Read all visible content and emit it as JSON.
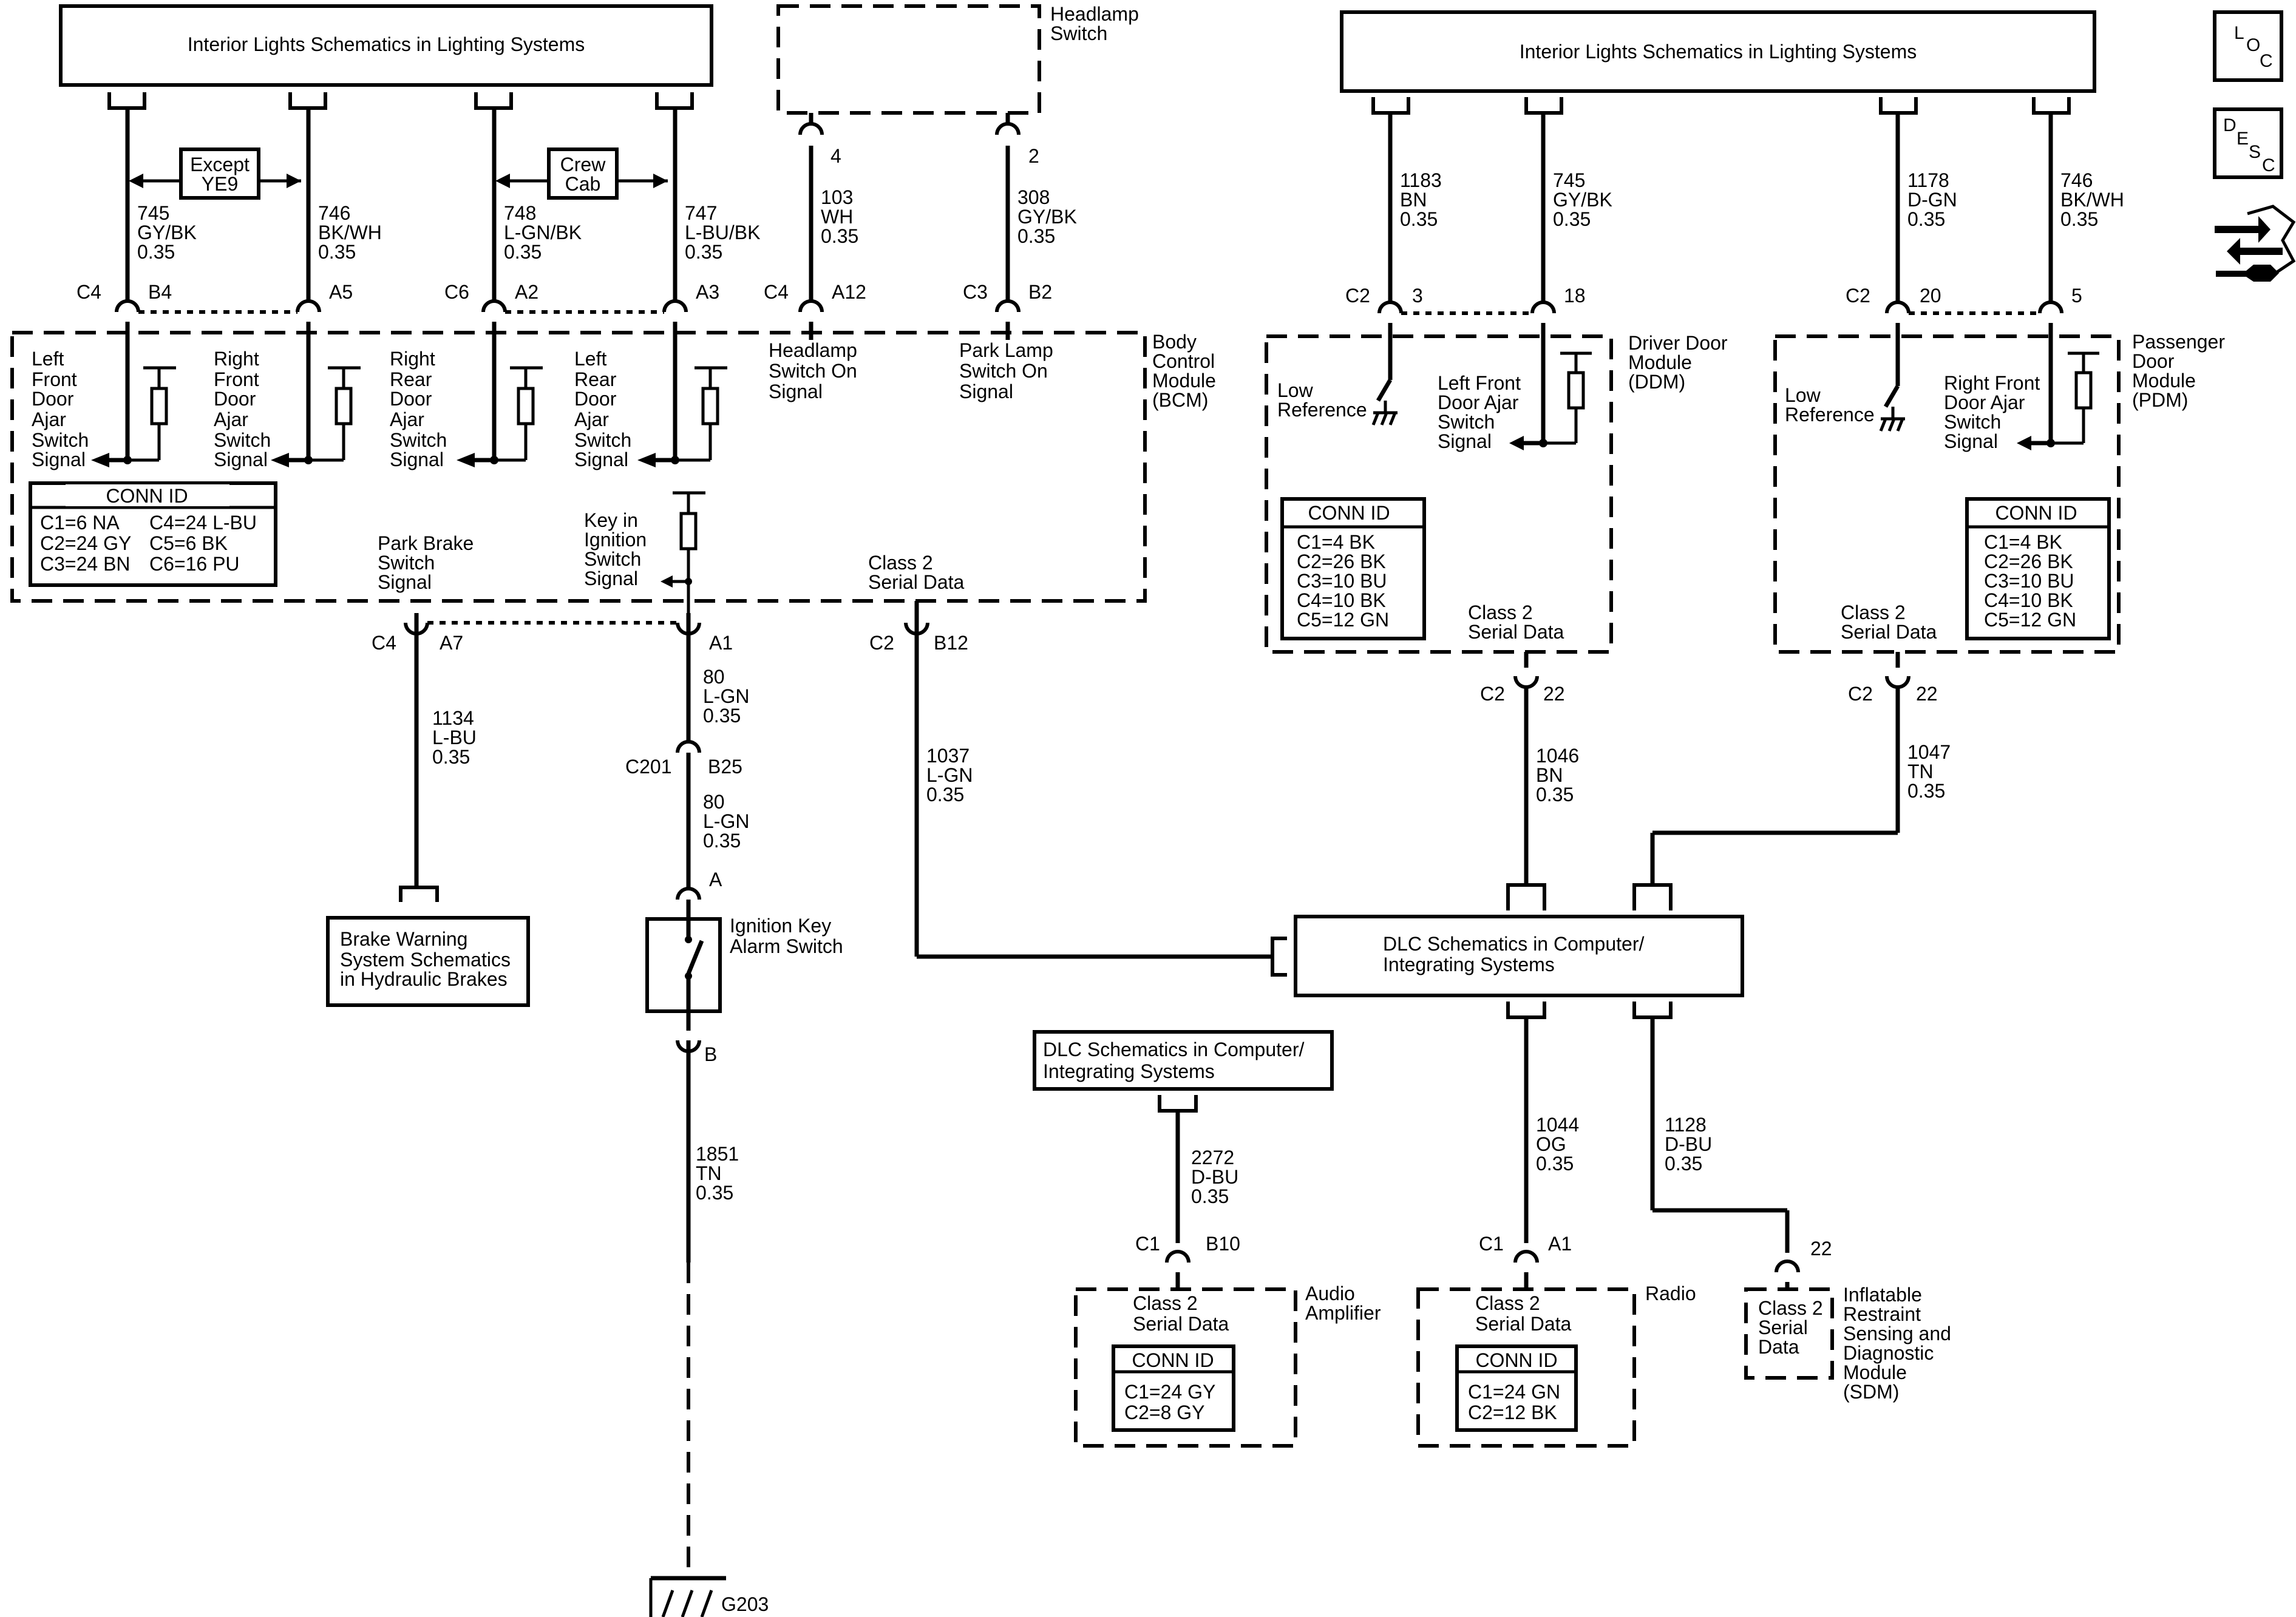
{
  "boxes": {
    "int_left": "Interior Lights Schematics in Lighting Systems",
    "int_right": "Interior Lights Schematics in Lighting Systems",
    "brake": [
      "Brake Warning",
      "System Schematics",
      "in Hydraulic Brakes"
    ],
    "dlc_main": [
      "DLC Schematics in Computer/",
      "Integrating Systems"
    ],
    "dlc_small": [
      "DLC Schematics in Computer/",
      "Integrating Systems"
    ]
  },
  "components": {
    "headlamp_switch": [
      "Headlamp",
      "Switch"
    ],
    "bcm": [
      "Body",
      "Control",
      "Module",
      "(BCM)"
    ],
    "ddm": [
      "Driver Door",
      "Module",
      "(DDM)"
    ],
    "pdm": [
      "Passenger",
      "Door",
      "Module",
      "(PDM)"
    ],
    "audio_amp": [
      "Audio",
      "Amplifier"
    ],
    "radio": [
      "Radio"
    ],
    "sdm": [
      "Inflatable",
      "Restraint",
      "Sensing and",
      "Diagnostic",
      "Module",
      "(SDM)"
    ],
    "ign_key_alarm": [
      "Ignition Key",
      "Alarm Switch"
    ],
    "ground": "G203"
  },
  "options": {
    "except_ye9": [
      "Except",
      "YE9"
    ],
    "crew_cab": [
      "Crew",
      "Cab"
    ]
  },
  "signals": {
    "lf_door": [
      "Left",
      "Front",
      "Door",
      "Ajar",
      "Switch",
      "Signal"
    ],
    "rf_door": [
      "Right",
      "Front",
      "Door",
      "Ajar",
      "Switch",
      "Signal"
    ],
    "rr_door": [
      "Right",
      "Rear",
      "Door",
      "Ajar",
      "Switch",
      "Signal"
    ],
    "lr_door": [
      "Left",
      "Rear",
      "Door",
      "Ajar",
      "Switch",
      "Signal"
    ],
    "headlamp_on": [
      "Headlamp",
      "Switch On",
      "Signal"
    ],
    "park_lamp_on": [
      "Park Lamp",
      "Switch On",
      "Signal"
    ],
    "park_brake": [
      "Park Brake",
      "Switch",
      "Signal"
    ],
    "key_in_ign": [
      "Key in",
      "Ignition",
      "Switch",
      "Signal"
    ],
    "class2_bcm": [
      "Class 2",
      "Serial Data"
    ],
    "ddm_low_ref": [
      "Low",
      "Reference"
    ],
    "ddm_lf_ajar": [
      "Left Front",
      "Door Ajar",
      "Switch",
      "Signal"
    ],
    "ddm_class2": [
      "Class 2",
      "Serial Data"
    ],
    "pdm_low_ref": [
      "Low",
      "Reference"
    ],
    "pdm_rf_ajar": [
      "Right Front",
      "Door Ajar",
      "Switch",
      "Signal"
    ],
    "pdm_class2": [
      "Class 2",
      "Serial Data"
    ],
    "amp_class2": [
      "Class 2",
      "Serial Data"
    ],
    "radio_class2": [
      "Class 2",
      "Serial Data"
    ],
    "sdm_class2": [
      "Class 2",
      "Serial",
      "Data"
    ]
  },
  "conn_id": {
    "title": "CONN ID",
    "bcm_left": [
      "C1=6 NA",
      "C2=24 GY",
      "C3=24 BN"
    ],
    "bcm_right": [
      "C4=24 L-BU",
      "C5=6 BK",
      "C6=16 PU"
    ],
    "ddm": [
      "C1=4 BK",
      "C2=26 BK",
      "C3=10 BU",
      "C4=10 BK",
      "C5=12 GN"
    ],
    "pdm": [
      "C1=4 BK",
      "C2=26 BK",
      "C3=10 BU",
      "C4=10 BK",
      "C5=12 GN"
    ],
    "amp": [
      "C1=24 GY",
      "C2=8 GY"
    ],
    "radio": [
      "C1=24 GN",
      "C2=12 BK"
    ]
  },
  "wires": {
    "w745": [
      "745",
      "GY/BK",
      "0.35"
    ],
    "w746": [
      "746",
      "BK/WH",
      "0.35"
    ],
    "w748": [
      "748",
      "L-GN/BK",
      "0.35"
    ],
    "w747": [
      "747",
      "L-BU/BK",
      "0.35"
    ],
    "w103": [
      "103",
      "WH",
      "0.35"
    ],
    "w308": [
      "308",
      "GY/BK",
      "0.35"
    ],
    "w1183": [
      "1183",
      "BN",
      "0.35"
    ],
    "w745r": [
      "745",
      "GY/BK",
      "0.35"
    ],
    "w1178": [
      "1178",
      "D-GN",
      "0.35"
    ],
    "w746r": [
      "746",
      "BK/WH",
      "0.35"
    ],
    "w1134": [
      "1134",
      "L-BU",
      "0.35"
    ],
    "w80a": [
      "80",
      "L-GN",
      "0.35"
    ],
    "w80b": [
      "80",
      "L-GN",
      "0.35"
    ],
    "w1037": [
      "1037",
      "L-GN",
      "0.35"
    ],
    "w1851": [
      "1851",
      "TN",
      "0.35"
    ],
    "w1046": [
      "1046",
      "BN",
      "0.35"
    ],
    "w1047": [
      "1047",
      "TN",
      "0.35"
    ],
    "w2272": [
      "2272",
      "D-BU",
      "0.35"
    ],
    "w1044": [
      "1044",
      "OG",
      "0.35"
    ],
    "w1128": [
      "1128",
      "D-BU",
      "0.35"
    ]
  },
  "pins": {
    "c4_b4": [
      "C4",
      "B4"
    ],
    "a5": "A5",
    "c6_a2": [
      "C6",
      "A2"
    ],
    "a3": "A3",
    "c4_a12": [
      "C4",
      "A12"
    ],
    "c3_b2": [
      "C3",
      "B2"
    ],
    "hs4": "4",
    "hs2": "2",
    "ddm_c2_3": [
      "C2",
      "3"
    ],
    "ddm_18": "18",
    "pdm_c2_20": [
      "C2",
      "20"
    ],
    "pdm_5": "5",
    "c4_a7": [
      "C4",
      "A7"
    ],
    "a1": "A1",
    "c2_b12": [
      "C2",
      "B12"
    ],
    "c201_b25": [
      "C201",
      "B25"
    ],
    "sw_a": "A",
    "sw_b": "B",
    "ddm_c2_22": [
      "C2",
      "22"
    ],
    "pdm_c2_22": [
      "C2",
      "22"
    ],
    "amp_c1_b10": [
      "C1",
      "B10"
    ],
    "radio_c1_a1": [
      "C1",
      "A1"
    ],
    "sdm_22": "22"
  },
  "icons": {
    "loc": [
      "L",
      "O",
      "C"
    ],
    "desc": [
      "D",
      "E",
      "S",
      "C"
    ],
    "tool": "connector-tool-icon"
  }
}
